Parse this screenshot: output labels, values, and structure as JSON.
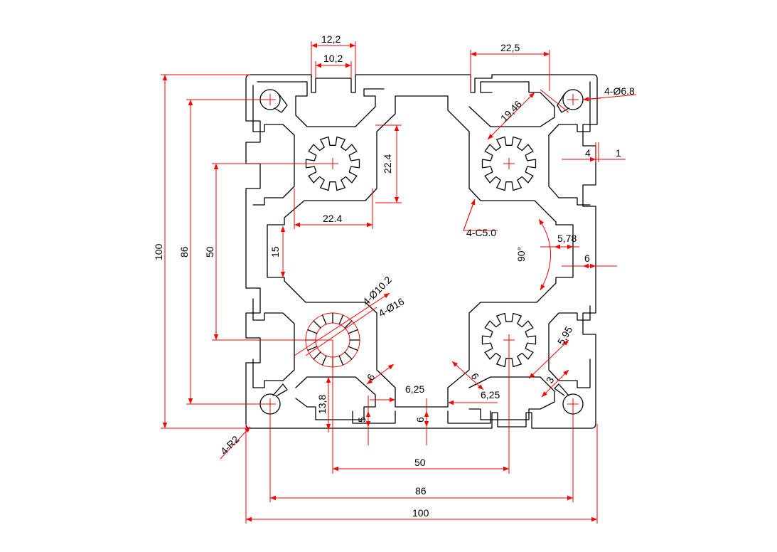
{
  "colors": {
    "outline": "#000000",
    "dimension": "#ff0000",
    "background": "#ffffff"
  },
  "dimensions": {
    "top_slot_outer": "12,2",
    "top_slot_inner": "10,2",
    "top_right_width": "22,5",
    "corner_hole": "4-Ø6.8",
    "diagonal_19": "19,46",
    "right_4": "4",
    "right_1": "1",
    "inner_height": "22.4",
    "inner_width": "22.4",
    "chamfer": "4-C5.0",
    "right_578": "5,78",
    "angle": "90°",
    "right_6": "6",
    "left_15": "15",
    "hole_102": "4-Ø10.2",
    "hole_16": "4-Ø16",
    "diag_595": "5,95",
    "diag_3": "3",
    "bottom_6_left": "6",
    "bottom_625_left": "6,25",
    "bottom_6_right": "6",
    "bottom_625_right": "6,25",
    "bottom_138": "13,8",
    "bottom_5": "5",
    "bottom_6_center": "6",
    "radius": "4-R2",
    "overall_100_h": "100",
    "overall_86_h": "86",
    "overall_50_h": "50",
    "overall_50_w": "50",
    "overall_86_w": "86",
    "overall_100_w": "100"
  }
}
